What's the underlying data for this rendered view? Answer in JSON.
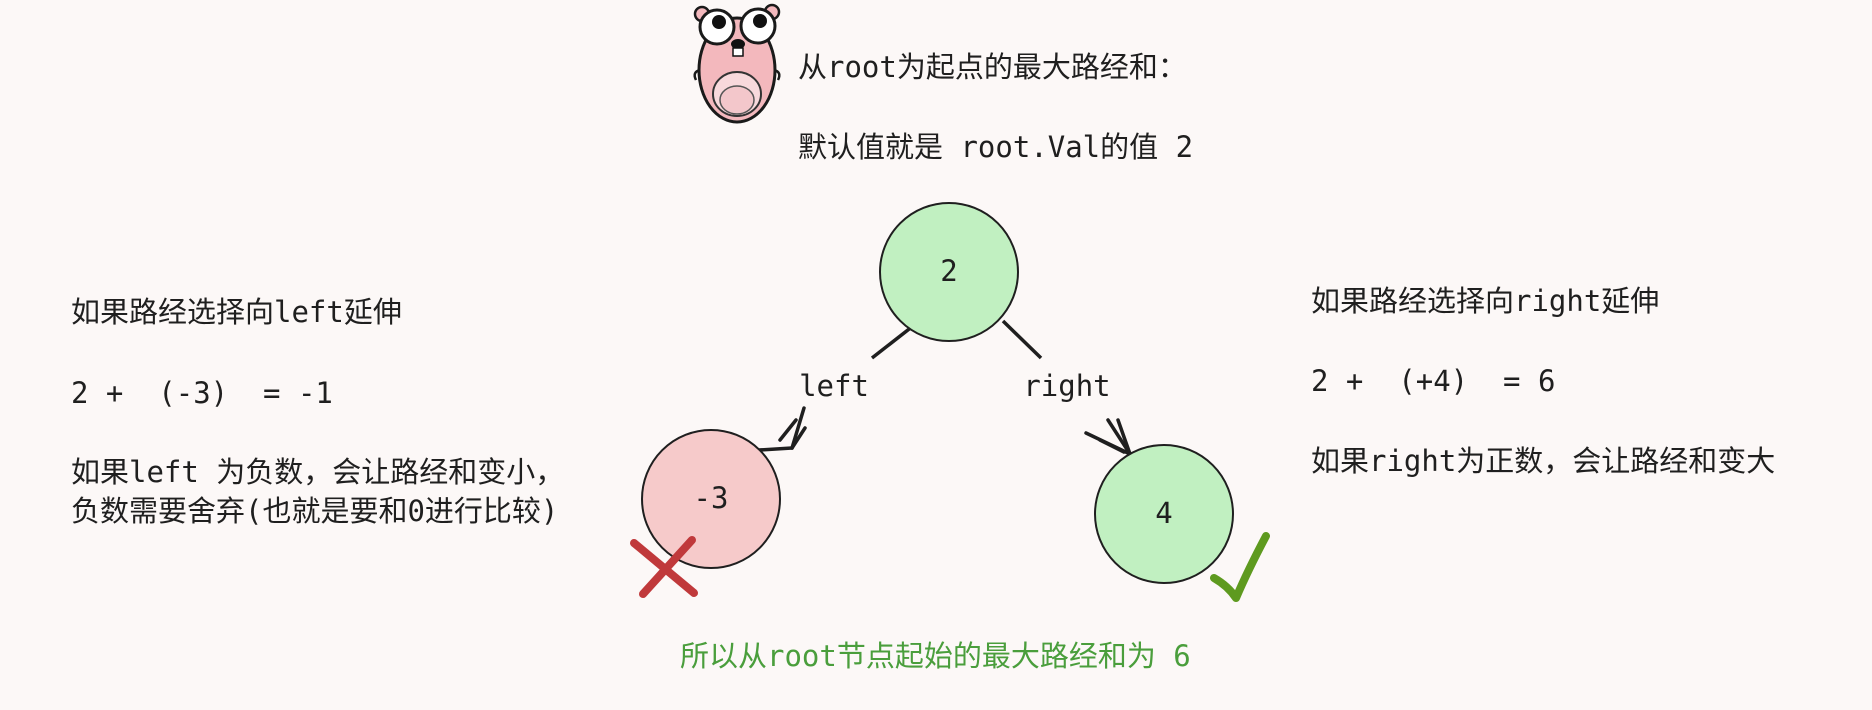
{
  "header": {
    "title_line": "从root为起点的最大路经和：",
    "default_line": "默认值就是 root.Val的值 2"
  },
  "tree": {
    "root": {
      "value": "2",
      "status": "positive"
    },
    "left_child": {
      "value": "-3",
      "status": "negative",
      "mark": "cross"
    },
    "right_child": {
      "value": "4",
      "status": "positive",
      "mark": "check"
    },
    "edge_left_label": "left",
    "edge_right_label": "right"
  },
  "left_panel": {
    "heading": "如果路经选择向left延伸",
    "equation": "2 +  (-3)  = -1",
    "note_line1": "如果left 为负数，会让路经和变小，",
    "note_line2": "负数需要舍弃(也就是要和0进行比较)"
  },
  "right_panel": {
    "heading": "如果路经选择向right延伸",
    "equation": "2 +  (+4)  = 6",
    "note": "如果right为正数，会让路经和变大"
  },
  "conclusion": "所以从root节点起始的最大路经和为 6",
  "colors": {
    "background": "#fcf8f7",
    "node_positive_fill": "#c1f0c1",
    "node_negative_fill": "#f6caca",
    "node_stroke": "#1f1f1f",
    "cross_mark": "#c0393b",
    "check_mark": "#5e9a1f",
    "conclusion_text": "#4a9e3c"
  },
  "icons": {
    "mascot": "gopher-mascot-icon",
    "cross": "cross-mark-icon",
    "check": "check-mark-icon"
  }
}
